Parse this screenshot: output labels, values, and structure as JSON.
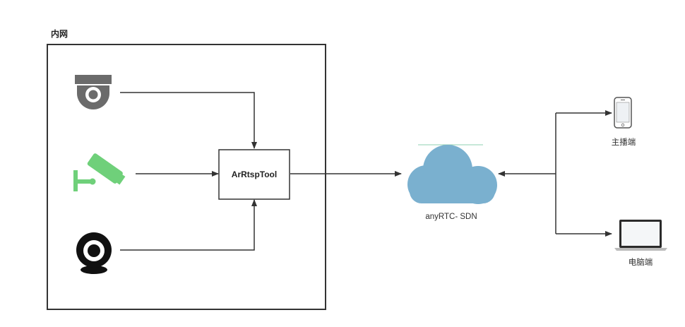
{
  "diagram": {
    "region_label": "内网",
    "tool_label": "ArRtspTool",
    "cloud_label": "anyRTC- SDN",
    "phone_label": "主播端",
    "laptop_label": "电脑端"
  },
  "icons": {
    "dome_camera": "dome-camera-icon",
    "security_camera": "security-camera-icon",
    "webcam": "webcam-icon",
    "cloud": "cloud-icon",
    "phone": "smartphone-icon",
    "laptop": "laptop-icon"
  },
  "colors": {
    "line": "#333333",
    "dome_camera": "#6b6b6b",
    "security_camera": "#6fd07a",
    "webcam": "#111111",
    "cloud": "#7ab0cf"
  }
}
